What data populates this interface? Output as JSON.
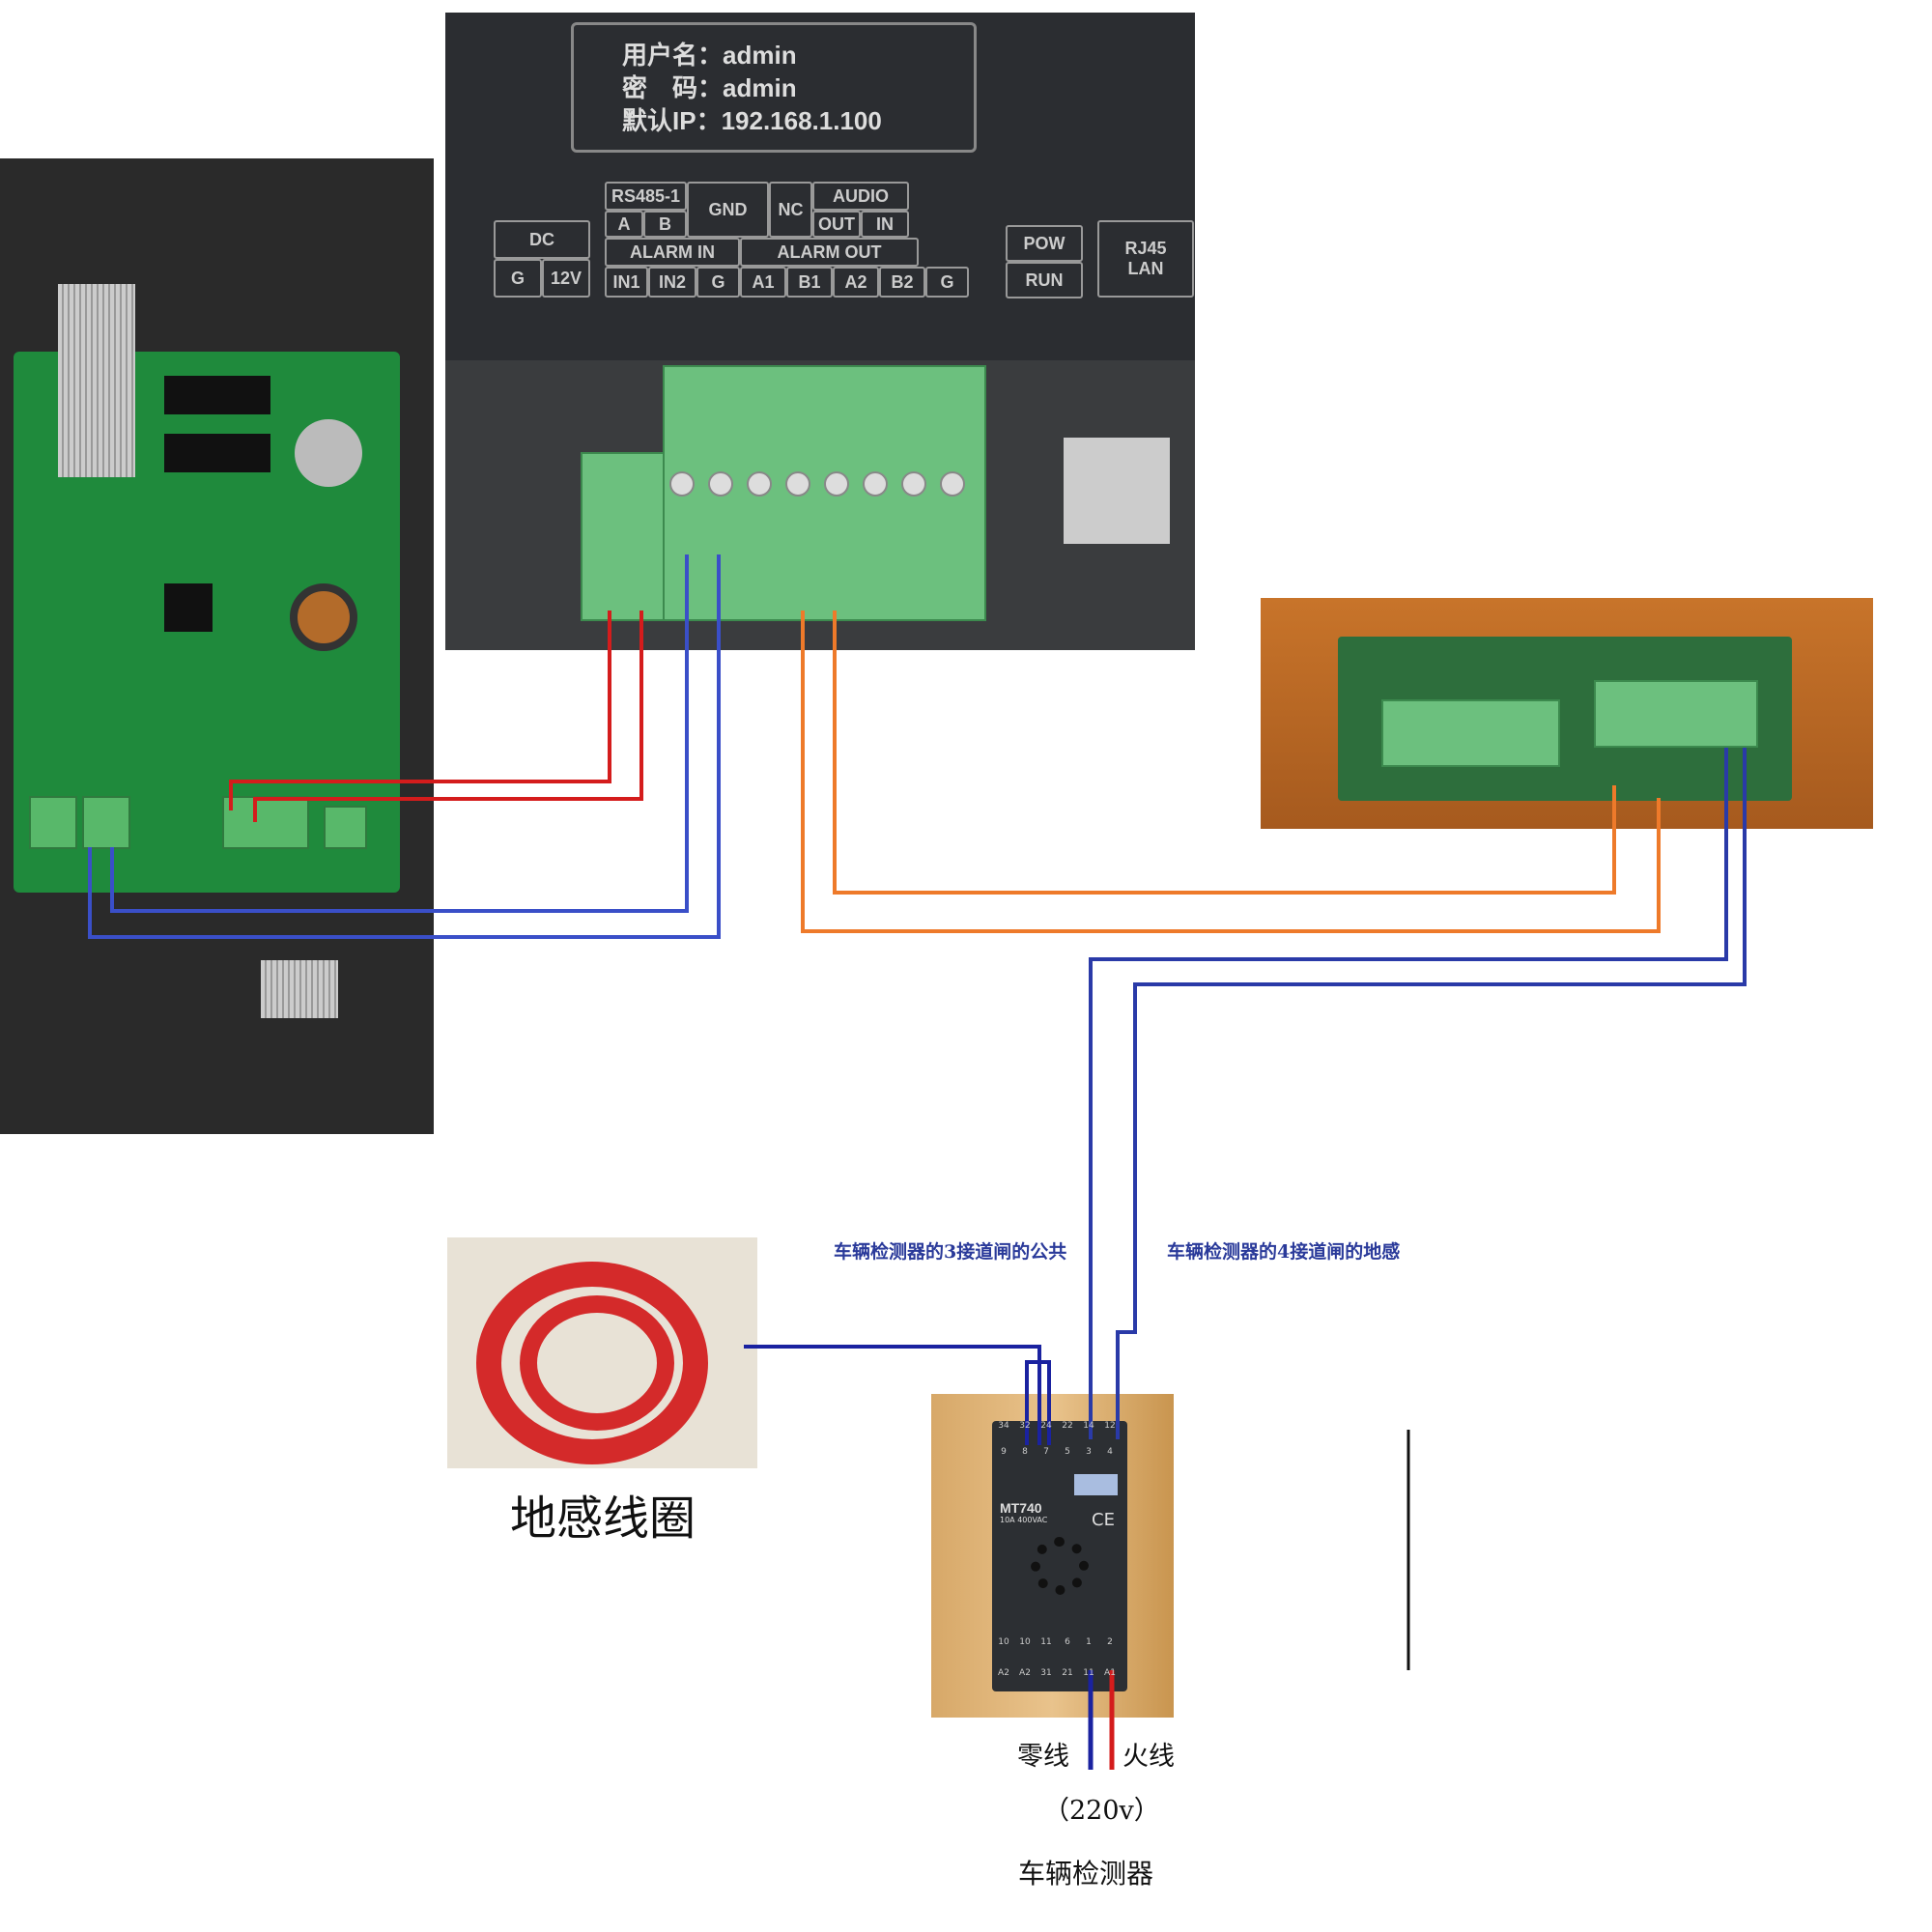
{
  "device_panel": {
    "username_label": "用户名：",
    "username": "admin",
    "password_label": "密　码：",
    "password": "admin",
    "ip_label": "默认IP：",
    "ip": "192.168.1.100",
    "ports": {
      "dc": "DC",
      "g": "G",
      "v12": "12V",
      "rs485": "RS485-1",
      "a": "A",
      "b": "B",
      "gnd": "GND",
      "nc": "NC",
      "audio": "AUDIO",
      "out": "OUT",
      "in": "IN",
      "alarm_in": "ALARM IN",
      "alarm_out": "ALARM OUT",
      "in1": "IN1",
      "in2": "IN2",
      "g2": "G",
      "a1": "A1",
      "b1": "B1",
      "a2": "A2",
      "b2": "B2",
      "g3": "G",
      "pow": "POW",
      "run": "RUN",
      "rj45": "RJ45",
      "lan": "LAN"
    }
  },
  "relay": {
    "model": "MT740",
    "rating": "10A 400VAC",
    "ce": "CE",
    "top_numbers": [
      "34",
      "32",
      "24",
      "22",
      "14",
      "12"
    ],
    "top_pins": [
      "9",
      "8",
      "7",
      "5",
      "3",
      "4"
    ],
    "bottom_numbers": [
      "10",
      "10",
      "11",
      "6",
      "1",
      "2"
    ],
    "bottom_pins": [
      "A2",
      "A2",
      "31",
      "21",
      "11",
      "A1"
    ]
  },
  "labels": {
    "coil": "地感线圈",
    "common_wire": "车辆检测器的3接道闸的公共",
    "loop_wire": "车辆检测器的4接道闸的地感",
    "neutral": "零线",
    "live": "火线",
    "voltage": "（220v）",
    "detector": "车辆检测器"
  },
  "colors": {
    "red": "#d41c1c",
    "blue": "#2a3fb8",
    "orange": "#ee7a2a",
    "navy": "#1a22a0"
  }
}
